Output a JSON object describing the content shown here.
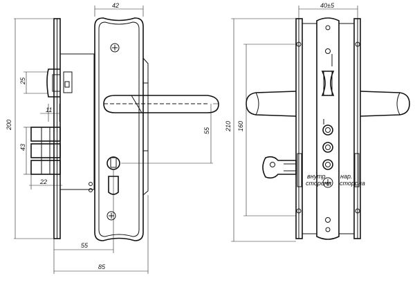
{
  "drawing": {
    "dimensions_front": {
      "top_width": "42",
      "height_total": "200",
      "latch_height": "25",
      "latch_offset": "11",
      "bolt_height": "43",
      "bolt_offset": "22",
      "handle_to_cyl": "55",
      "backset": "55",
      "depth": "85"
    },
    "dimensions_side": {
      "top_width": "40±5",
      "height_outer": "210",
      "height_inner": "160"
    },
    "faceplate_labels": {
      "left_line1": "внутр.",
      "left_line2": "сторона",
      "right_line1": "нар.",
      "right_line2": "сторона"
    }
  }
}
